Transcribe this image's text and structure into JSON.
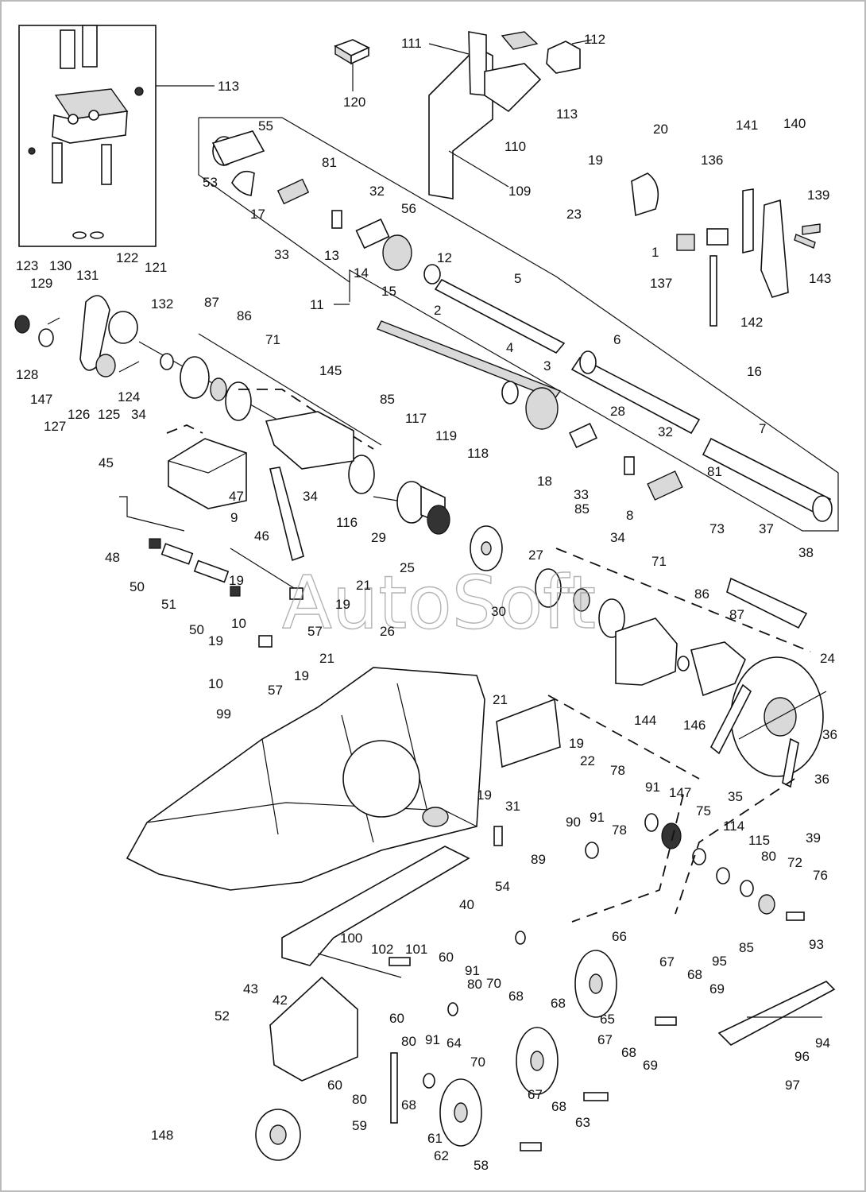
{
  "watermark": "AutoSoft",
  "callouts": [
    {
      "id": "c113a",
      "text": "113"
    },
    {
      "id": "c120",
      "text": "120"
    },
    {
      "id": "c111",
      "text": "111"
    },
    {
      "id": "c112",
      "text": "112"
    },
    {
      "id": "c113b",
      "text": "113"
    },
    {
      "id": "c110",
      "text": "110"
    },
    {
      "id": "c109",
      "text": "109"
    },
    {
      "id": "c55",
      "text": "55"
    },
    {
      "id": "c81a",
      "text": "81"
    },
    {
      "id": "c53",
      "text": "53"
    },
    {
      "id": "c32a",
      "text": "32"
    },
    {
      "id": "c17",
      "text": "17"
    },
    {
      "id": "c56",
      "text": "56"
    },
    {
      "id": "c33a",
      "text": "33"
    },
    {
      "id": "c13",
      "text": "13"
    },
    {
      "id": "c12",
      "text": "12"
    },
    {
      "id": "c14",
      "text": "14"
    },
    {
      "id": "c15",
      "text": "15"
    },
    {
      "id": "c5",
      "text": "5"
    },
    {
      "id": "c11",
      "text": "11"
    },
    {
      "id": "c20",
      "text": "20"
    },
    {
      "id": "c19a",
      "text": "19"
    },
    {
      "id": "c23",
      "text": "23"
    },
    {
      "id": "c1",
      "text": "1"
    },
    {
      "id": "c141",
      "text": "141"
    },
    {
      "id": "c140",
      "text": "140"
    },
    {
      "id": "c136",
      "text": "136"
    },
    {
      "id": "c139",
      "text": "139"
    },
    {
      "id": "c137",
      "text": "137"
    },
    {
      "id": "c143",
      "text": "143"
    },
    {
      "id": "c142",
      "text": "142"
    },
    {
      "id": "c123",
      "text": "123"
    },
    {
      "id": "c130",
      "text": "130"
    },
    {
      "id": "c122",
      "text": "122"
    },
    {
      "id": "c121",
      "text": "121"
    },
    {
      "id": "c129",
      "text": "129"
    },
    {
      "id": "c131",
      "text": "131"
    },
    {
      "id": "c132",
      "text": "132"
    },
    {
      "id": "c87a",
      "text": "87"
    },
    {
      "id": "c86a",
      "text": "86"
    },
    {
      "id": "c71a",
      "text": "71"
    },
    {
      "id": "c128",
      "text": "128"
    },
    {
      "id": "c147a",
      "text": "147"
    },
    {
      "id": "c124",
      "text": "124"
    },
    {
      "id": "c127",
      "text": "127"
    },
    {
      "id": "c126",
      "text": "126"
    },
    {
      "id": "c125",
      "text": "125"
    },
    {
      "id": "c34a",
      "text": "34"
    },
    {
      "id": "c2",
      "text": "2"
    },
    {
      "id": "c4",
      "text": "4"
    },
    {
      "id": "c3",
      "text": "3"
    },
    {
      "id": "c6",
      "text": "6"
    },
    {
      "id": "c16",
      "text": "16"
    },
    {
      "id": "c28",
      "text": "28"
    },
    {
      "id": "c32b",
      "text": "32"
    },
    {
      "id": "c7",
      "text": "7"
    },
    {
      "id": "c145",
      "text": "145"
    },
    {
      "id": "c85a",
      "text": "85"
    },
    {
      "id": "c117",
      "text": "117"
    },
    {
      "id": "c119",
      "text": "119"
    },
    {
      "id": "c118",
      "text": "118"
    },
    {
      "id": "c18",
      "text": "18"
    },
    {
      "id": "c33b",
      "text": "33"
    },
    {
      "id": "c81b",
      "text": "81"
    },
    {
      "id": "c8",
      "text": "8"
    },
    {
      "id": "c45",
      "text": "45"
    },
    {
      "id": "c47",
      "text": "47"
    },
    {
      "id": "c34b",
      "text": "34"
    },
    {
      "id": "c116",
      "text": "116"
    },
    {
      "id": "c9",
      "text": "9"
    },
    {
      "id": "c46",
      "text": "46"
    },
    {
      "id": "c48",
      "text": "48"
    },
    {
      "id": "c85b",
      "text": "85"
    },
    {
      "id": "c29",
      "text": "29"
    },
    {
      "id": "c27",
      "text": "27"
    },
    {
      "id": "c34c",
      "text": "34"
    },
    {
      "id": "c73",
      "text": "73"
    },
    {
      "id": "c37",
      "text": "37"
    },
    {
      "id": "c38",
      "text": "38"
    },
    {
      "id": "c71b",
      "text": "71"
    },
    {
      "id": "c50a",
      "text": "50"
    },
    {
      "id": "c51",
      "text": "51"
    },
    {
      "id": "c19b",
      "text": "19"
    },
    {
      "id": "c21a",
      "text": "21"
    },
    {
      "id": "c25",
      "text": "25"
    },
    {
      "id": "c86b",
      "text": "86"
    },
    {
      "id": "c19c",
      "text": "19"
    },
    {
      "id": "c50b",
      "text": "50"
    },
    {
      "id": "c10a",
      "text": "10"
    },
    {
      "id": "c57a",
      "text": "57"
    },
    {
      "id": "c26",
      "text": "26"
    },
    {
      "id": "c30",
      "text": "30"
    },
    {
      "id": "c87b",
      "text": "87"
    },
    {
      "id": "c24",
      "text": "24"
    },
    {
      "id": "c19d",
      "text": "19"
    },
    {
      "id": "c21b",
      "text": "21"
    },
    {
      "id": "c19e",
      "text": "19"
    },
    {
      "id": "c10b",
      "text": "10"
    },
    {
      "id": "c57b",
      "text": "57"
    },
    {
      "id": "c144",
      "text": "144"
    },
    {
      "id": "c146",
      "text": "146"
    },
    {
      "id": "c99",
      "text": "99"
    },
    {
      "id": "c21c",
      "text": "21"
    },
    {
      "id": "c36a",
      "text": "36"
    },
    {
      "id": "c19f",
      "text": "19"
    },
    {
      "id": "c22",
      "text": "22"
    },
    {
      "id": "c19g",
      "text": "19"
    },
    {
      "id": "c31",
      "text": "31"
    },
    {
      "id": "c36b",
      "text": "36"
    },
    {
      "id": "c78a",
      "text": "78"
    },
    {
      "id": "c91a",
      "text": "91"
    },
    {
      "id": "c147b",
      "text": "147"
    },
    {
      "id": "c35",
      "text": "35"
    },
    {
      "id": "c39",
      "text": "39"
    },
    {
      "id": "c90",
      "text": "90"
    },
    {
      "id": "c91b",
      "text": "91"
    },
    {
      "id": "c75",
      "text": "75"
    },
    {
      "id": "c78b",
      "text": "78"
    },
    {
      "id": "c114",
      "text": "114"
    },
    {
      "id": "c115",
      "text": "115"
    },
    {
      "id": "c89",
      "text": "89"
    },
    {
      "id": "c80a",
      "text": "80"
    },
    {
      "id": "c54",
      "text": "54"
    },
    {
      "id": "c72",
      "text": "72"
    },
    {
      "id": "c76",
      "text": "76"
    },
    {
      "id": "c40",
      "text": "40"
    },
    {
      "id": "c66",
      "text": "66"
    },
    {
      "id": "c100",
      "text": "100"
    },
    {
      "id": "c102",
      "text": "102"
    },
    {
      "id": "c101",
      "text": "101"
    },
    {
      "id": "c60a",
      "text": "60"
    },
    {
      "id": "c93",
      "text": "93"
    },
    {
      "id": "c85c",
      "text": "85"
    },
    {
      "id": "c91c",
      "text": "91"
    },
    {
      "id": "c70a",
      "text": "70"
    },
    {
      "id": "c95",
      "text": "95"
    },
    {
      "id": "c43",
      "text": "43"
    },
    {
      "id": "c42",
      "text": "42"
    },
    {
      "id": "c68a",
      "text": "68"
    },
    {
      "id": "c67a",
      "text": "67"
    },
    {
      "id": "c68b",
      "text": "68"
    },
    {
      "id": "c69a",
      "text": "69"
    },
    {
      "id": "c80b",
      "text": "80"
    },
    {
      "id": "c68c",
      "text": "68"
    },
    {
      "id": "c52",
      "text": "52"
    },
    {
      "id": "c60b",
      "text": "60"
    },
    {
      "id": "c91d",
      "text": "91"
    },
    {
      "id": "c65",
      "text": "65"
    },
    {
      "id": "c94",
      "text": "94"
    },
    {
      "id": "c70b",
      "text": "70"
    },
    {
      "id": "c67b",
      "text": "67"
    },
    {
      "id": "c80c",
      "text": "80"
    },
    {
      "id": "c64",
      "text": "64"
    },
    {
      "id": "c68d",
      "text": "68"
    },
    {
      "id": "c96",
      "text": "96"
    },
    {
      "id": "c69b",
      "text": "69"
    },
    {
      "id": "c60c",
      "text": "60"
    },
    {
      "id": "c80d",
      "text": "80"
    },
    {
      "id": "c68e",
      "text": "68"
    },
    {
      "id": "c97",
      "text": "97"
    },
    {
      "id": "c67c",
      "text": "67"
    },
    {
      "id": "c148",
      "text": "148"
    },
    {
      "id": "c59",
      "text": "59"
    },
    {
      "id": "c68f",
      "text": "68"
    },
    {
      "id": "c61",
      "text": "61"
    },
    {
      "id": "c63",
      "text": "63"
    },
    {
      "id": "c62",
      "text": "62"
    },
    {
      "id": "c58",
      "text": "58"
    }
  ]
}
